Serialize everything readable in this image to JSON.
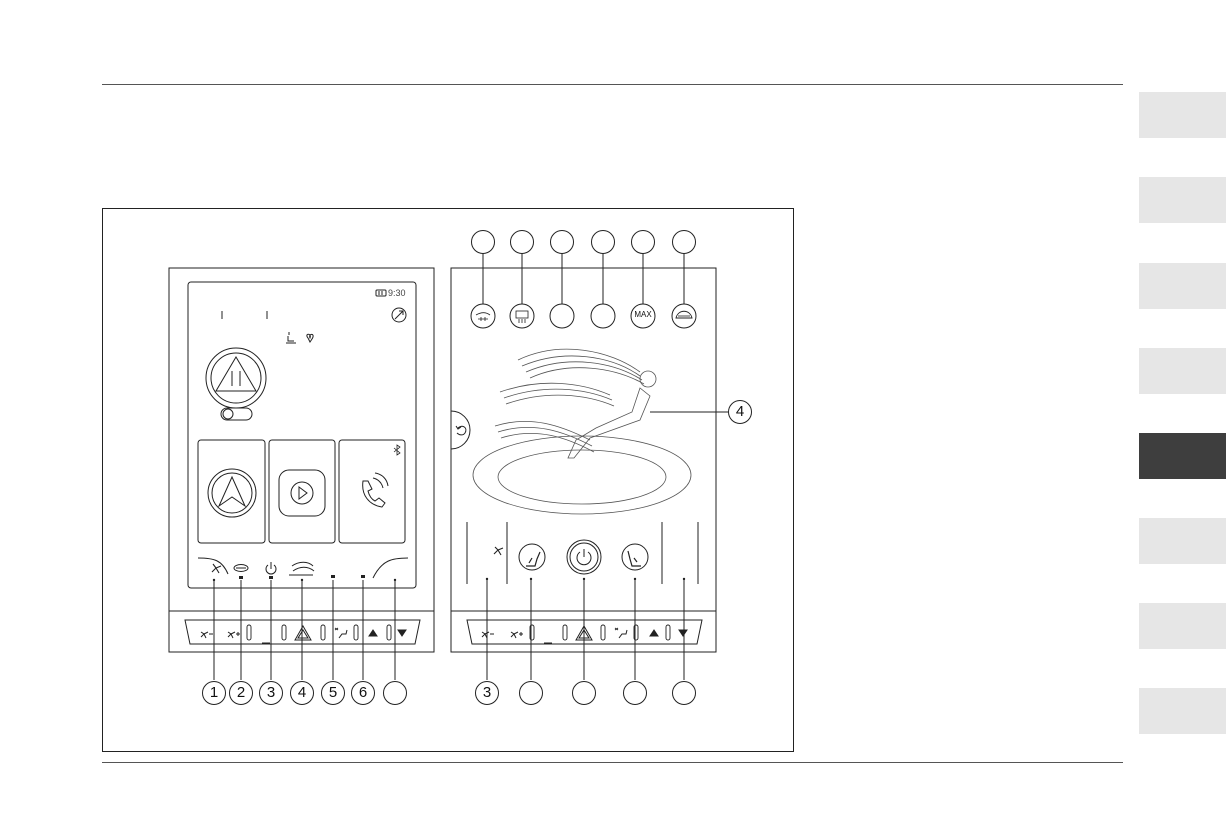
{
  "status_bar": {
    "time": "9:30"
  },
  "right_panel": {
    "max_button_label": "MAX"
  },
  "callouts_top": [
    "",
    "",
    "",
    "",
    "",
    ""
  ],
  "callout_side": "4",
  "callouts_bottom_left": [
    "1",
    "2",
    "3",
    "4",
    "5",
    "6",
    ""
  ],
  "callouts_bottom_right": [
    "3",
    "",
    "",
    "",
    ""
  ],
  "icons": {
    "status": [
      "battery-icon",
      "expand-icon",
      "seat-heat-icon",
      "ventilation-icon"
    ],
    "left_screen": [
      "hazard-icon",
      "toggle-switch-icon",
      "navigation-icon",
      "play-icon",
      "phone-icon",
      "bluetooth-icon"
    ],
    "right_screen": [
      "windshield-defrost-icon",
      "rear-defrost-icon",
      "max-icon",
      "recirculation-icon",
      "back-icon",
      "fan-icon",
      "seat-left-icon",
      "power-icon",
      "seat-right-icon"
    ],
    "hard_buttons": [
      "fan-down-icon",
      "fan-up-icon",
      "hazard-icon",
      "seat-vent-icon",
      "volume-up-icon",
      "volume-down-icon"
    ]
  },
  "colors": {
    "active_tab": "#3e3e3e",
    "inactive_tab": "#e6e6e6"
  }
}
